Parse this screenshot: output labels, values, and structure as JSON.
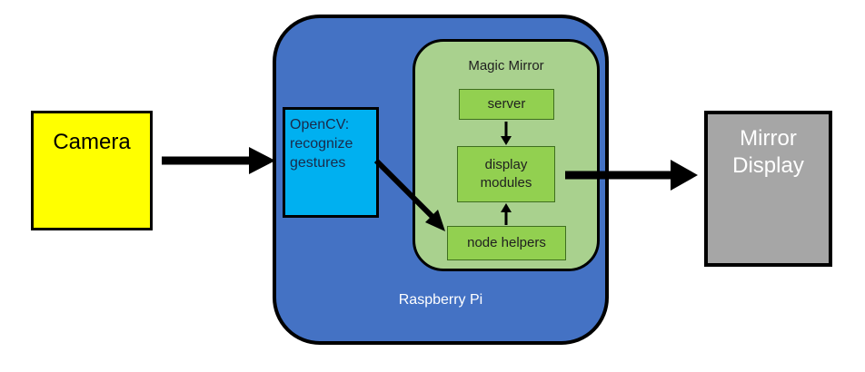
{
  "camera": {
    "label": "Camera"
  },
  "raspberry_pi": {
    "label": "Raspberry Pi"
  },
  "opencv": {
    "lines": [
      "OpenCV:",
      "recognize",
      "gestures"
    ]
  },
  "magic_mirror": {
    "label": "Magic Mirror",
    "server": "server",
    "display_modules": [
      "display",
      "modules"
    ],
    "node_helpers": "node helpers"
  },
  "mirror_display": {
    "lines": [
      "Mirror",
      "Display"
    ]
  },
  "colors": {
    "camera": "#ffff00",
    "raspberry_pi": "#4472c4",
    "opencv": "#00b0f0",
    "magic_mirror": "#a9d18e",
    "module_box": "#92d050",
    "mirror_display": "#a6a6a6"
  }
}
